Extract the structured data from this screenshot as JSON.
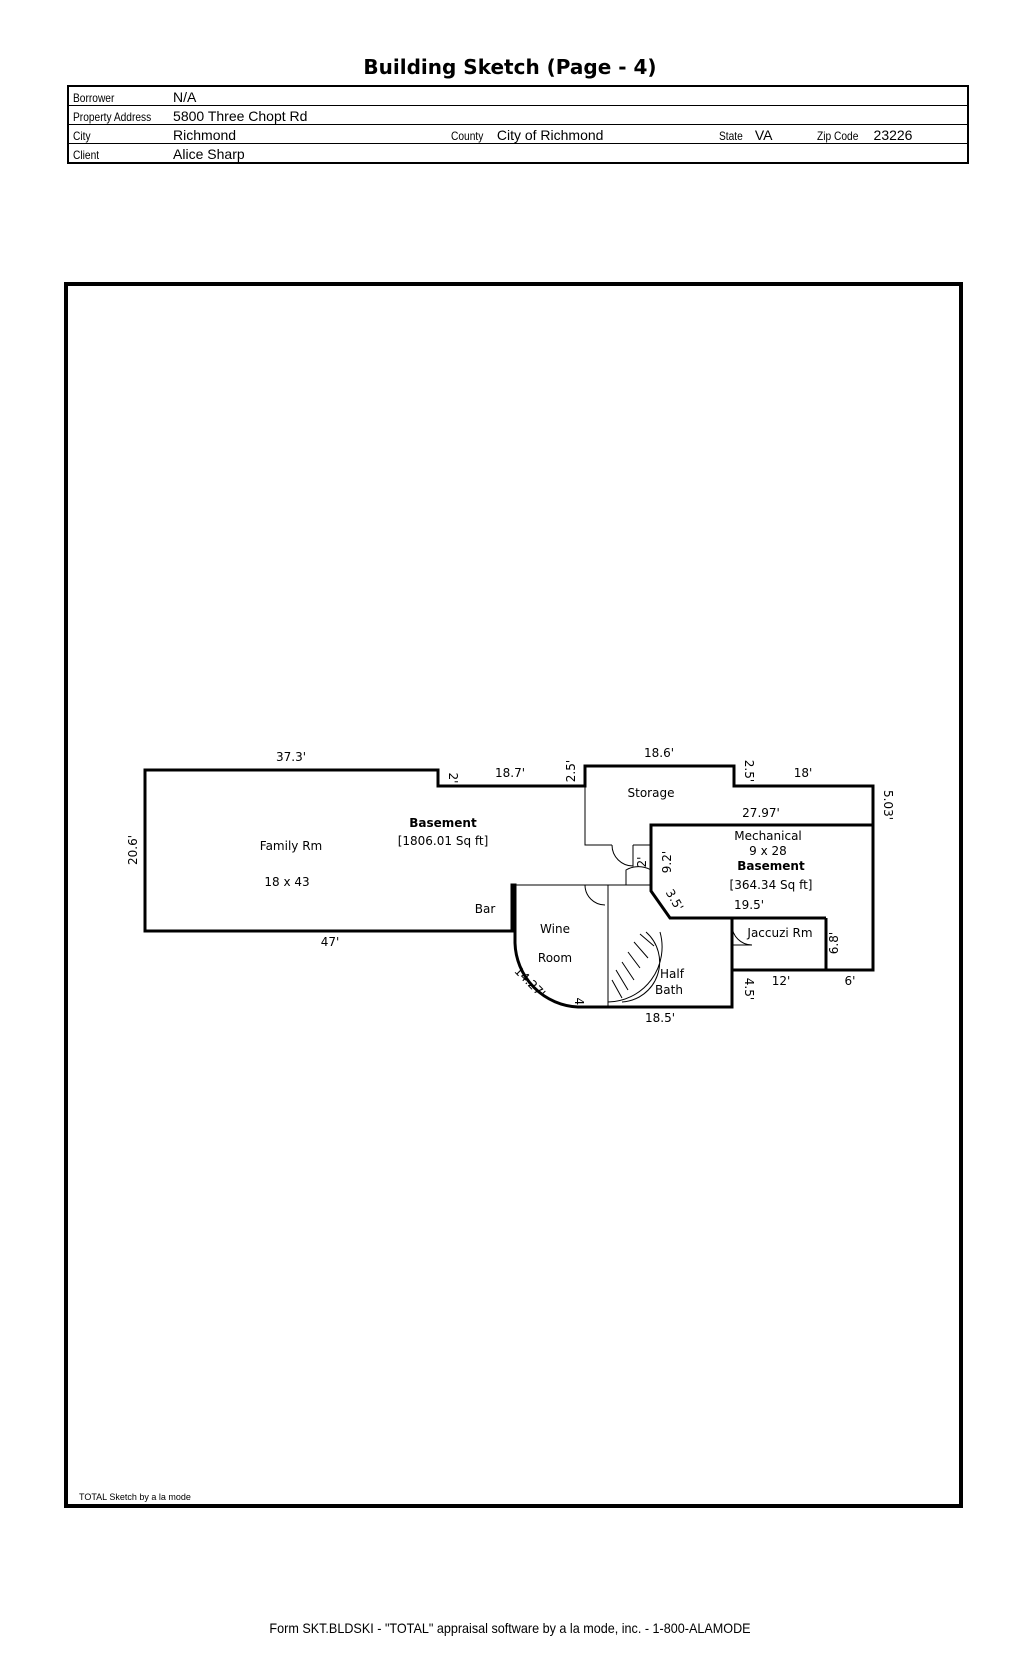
{
  "header": {
    "title": "Building Sketch (Page - 4)"
  },
  "info": {
    "borrower_label": "Borrower",
    "borrower": "N/A",
    "address_label": "Property Address",
    "address": "5800 Three Chopt Rd",
    "city_label": "City",
    "city": "Richmond",
    "county_label": "County",
    "county": "City of Richmond",
    "state_label": "State",
    "state": "VA",
    "zip_label": "Zip Code",
    "zip": "23226",
    "client_label": "Client",
    "client": "Alice Sharp"
  },
  "sketch": {
    "rooms": {
      "family_rm": "Family Rm",
      "family_dim": "18 x 43",
      "basement1_title": "Basement",
      "basement1_area": "[1806.01 Sq ft]",
      "bar": "Bar",
      "wine": "Wine",
      "room": "Room",
      "storage": "Storage",
      "mechanical": "Mechanical",
      "mech_dim": "9 x 28",
      "basement2_title": "Basement",
      "basement2_area": "[364.34 Sq ft]",
      "jacuzzi": "Jaccuzi Rm",
      "half": "Half",
      "bath": "Bath"
    },
    "dims": {
      "d37_3": "37.3'",
      "d2a": "2'",
      "d18_7": "18.7'",
      "d2_5a": "2.5'",
      "d18_6": "18.6'",
      "d2_5b": "2.5'",
      "d18": "18'",
      "d5_03": "5.03'",
      "d20_6": "20.6'",
      "d27_97": "27.97'",
      "d2b": "2'",
      "d9_2": "9.2'",
      "d3_5": "3.5'",
      "d19_5": "19.5'",
      "d6_8": "6.8'",
      "d47": "47'",
      "d14_27": "14.27'",
      "d4": "4'",
      "d18_5": "18.5'",
      "d4_5": "4.5'",
      "d12": "12'",
      "d6": "6'"
    }
  },
  "credit": "TOTAL Sketch by a la mode",
  "footer": "Form SKT.BLDSKI - \"TOTAL\" appraisal software by a la mode, inc. - 1-800-ALAMODE"
}
